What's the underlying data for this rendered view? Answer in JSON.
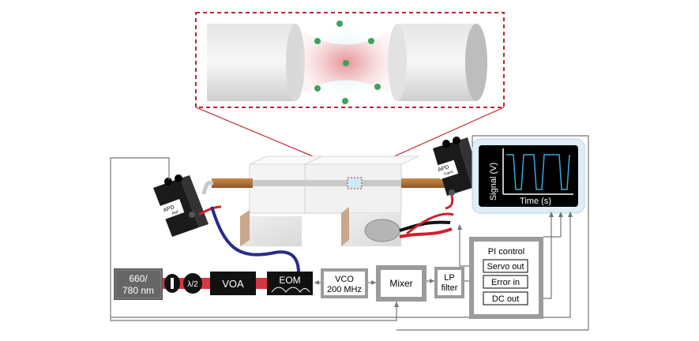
{
  "laser": {
    "label_line1": "660/",
    "label_line2": "780 nm"
  },
  "waveplates": {
    "half_wave": "λ/2"
  },
  "blocks": {
    "voa": "VOA",
    "eom": "EOM",
    "vco_line1": "VCO",
    "vco_line2": "200 MHz",
    "mixer": "Mixer",
    "lp_line1": "LP",
    "lp_line2": "filter"
  },
  "pi_control": {
    "title": "PI control",
    "ports": [
      "Servo out",
      "Error in",
      "DC out"
    ]
  },
  "detectors": {
    "ref_main": "APD",
    "ref_sub": "Ref",
    "trans_main": "APD",
    "trans_sub": "Trans"
  },
  "oscilloscope": {
    "ylabel": "Signal (V)",
    "xlabel": "Time (s)",
    "trace_color": "#3fa9d8",
    "screen_color": "#000000",
    "bezel_color": "#dfeef6"
  },
  "colors": {
    "inset_border": "#c0272d",
    "fiber_blue": "#2a2a8c",
    "cable_red": "#d0202a",
    "atom_green": "#3aa35a",
    "beam_red": "#e98a8a"
  }
}
